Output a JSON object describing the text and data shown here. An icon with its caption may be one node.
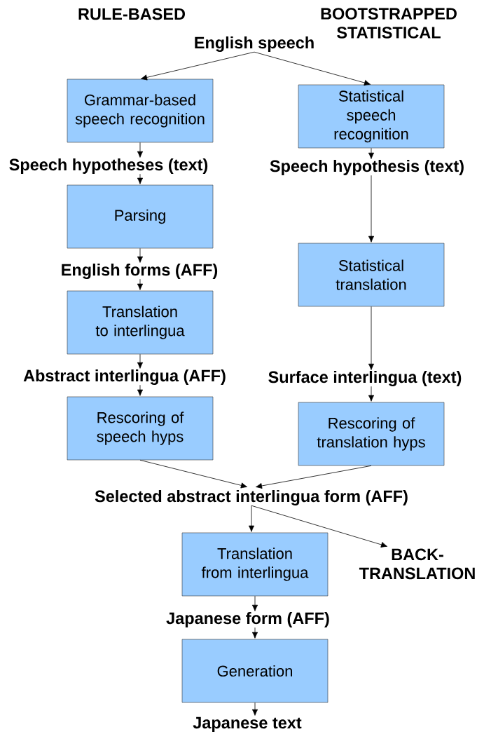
{
  "diagram": {
    "nodes": [
      {
        "text": [
          "English speech"
        ]
      },
      {
        "text": [
          "Grammar-based speech recognition"
        ]
      },
      {
        "text": [
          "Statistical speech recognition"
        ]
      },
      {
        "text": [
          "Speech hypotheses (text)"
        ]
      },
      {
        "text": [
          "Speech hypothesis (text)"
        ]
      },
      {
        "text": [
          "Parsing"
        ]
      },
      {
        "text": [
          "English forms (AFF)"
        ]
      },
      {
        "text": [
          "Statistical translation"
        ]
      },
      {
        "text": [
          "Translation to interlingua"
        ]
      },
      {
        "text": [
          "Abstract interlingua (AFF)"
        ]
      },
      {
        "text": [
          "Surface interlingua (text)"
        ]
      },
      {
        "text": [
          "Rescoring of speech hyps"
        ]
      },
      {
        "text": [
          "Rescoring of translation hyps"
        ]
      },
      {
        "text": [
          "Selected abstract interlingua form (AFF)"
        ]
      },
      {
        "text": [
          "Translation from interlingua"
        ]
      },
      {
        "text": [
          "BACK-TRANSLATION"
        ]
      },
      {
        "text": [
          "Japanese form (AFF)"
        ]
      },
      {
        "text": [
          "Generation"
        ]
      },
      {
        "text": [
          "Japanese text"
        ]
      }
    ],
    "edges": [
      {
        "from": 0,
        "to": 1,
        "arrow": "to"
      },
      {
        "from": 0,
        "to": 2,
        "arrow": "to"
      },
      {
        "from": 1,
        "to": 3,
        "arrow": "to"
      },
      {
        "from": 3,
        "to": 5,
        "arrow": "to"
      },
      {
        "from": 2,
        "to": 4,
        "arrow": "to"
      },
      {
        "from": 4,
        "to": 7,
        "arrow": "to"
      },
      {
        "from": 5,
        "to": 6,
        "arrow": "to"
      },
      {
        "from": 6,
        "to": 8,
        "arrow": "to"
      },
      {
        "from": 7,
        "to": 10,
        "arrow": "to"
      },
      {
        "from": 8,
        "to": 9,
        "arrow": "to"
      },
      {
        "from": 9,
        "to": 11,
        "arrow": "to"
      },
      {
        "from": 10,
        "to": 12,
        "arrow": "to"
      },
      {
        "from": 11,
        "to": 13,
        "arrow": "to"
      },
      {
        "from": 12,
        "to": 13,
        "arrow": "to"
      },
      {
        "from": 13,
        "to": 14,
        "arrow": "to"
      },
      {
        "from": 13,
        "to": 15,
        "arrow": "to"
      },
      {
        "from": 14,
        "to": 16,
        "arrow": "to"
      },
      {
        "from": 16,
        "to": 17,
        "arrow": "to"
      },
      {
        "from": 17,
        "to": 18,
        "arrow": "to"
      }
    ],
    "labels": [
      "RULE-BASED",
      "BOOTSTRAPPED STATISTICAL"
    ]
  }
}
